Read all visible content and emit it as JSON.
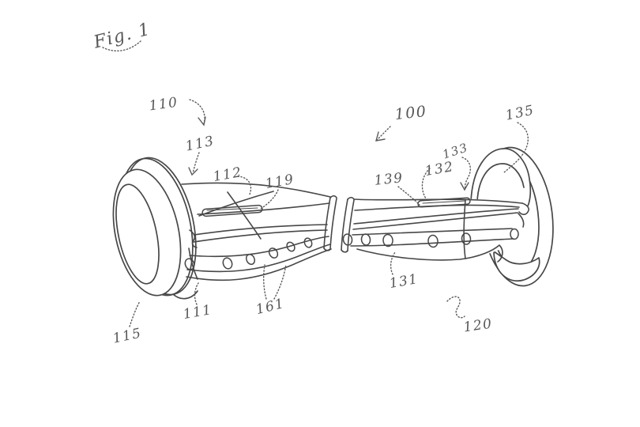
{
  "figure": {
    "caption": "Fig. 1",
    "drawing_type": "patent line drawing (hand sketch)",
    "subject": "two-wheeled self-balancing board (hoverboard), perspective view",
    "background_color": "#ffffff",
    "ink_color": "#474747",
    "annotation_color": "#5a5a5a"
  },
  "reference_labels": [
    {
      "id": "fig-caption",
      "text": "Fig. 1"
    },
    {
      "id": "ref-110",
      "text": "110"
    },
    {
      "id": "ref-113",
      "text": "113"
    },
    {
      "id": "ref-112",
      "text": "112"
    },
    {
      "id": "ref-119",
      "text": "119"
    },
    {
      "id": "ref-100",
      "text": "100"
    },
    {
      "id": "ref-135",
      "text": "135"
    },
    {
      "id": "ref-133",
      "text": "133"
    },
    {
      "id": "ref-132",
      "text": "132"
    },
    {
      "id": "ref-139",
      "text": "139"
    },
    {
      "id": "ref-131",
      "text": "131"
    },
    {
      "id": "ref-161",
      "text": "161"
    },
    {
      "id": "ref-111",
      "text": "111"
    },
    {
      "id": "ref-115",
      "text": "115"
    },
    {
      "id": "ref-120",
      "text": "120"
    }
  ]
}
